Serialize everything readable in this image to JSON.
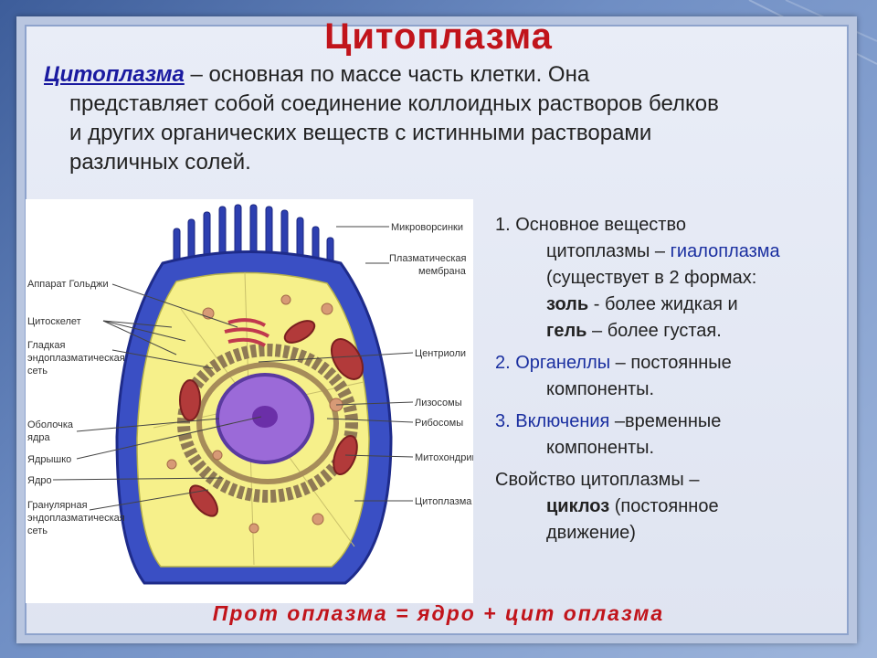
{
  "title": "Цитоплазма",
  "intro": {
    "term": "Цитоплазма",
    "line1_rest": " – основная по массе часть клетки. Она",
    "line2": "представляет собой соединение коллоидных растворов белков",
    "line3": "и других органических веществ с истинными растворами",
    "line4": "различных солей."
  },
  "diagram_labels": {
    "microvilli": "Микроворсинки",
    "plasma_membrane_1": "Плазматическая",
    "plasma_membrane_2": "мембрана",
    "golgi": "Аппарат Гольджи",
    "cytoskeleton": "Цитоскелет",
    "smooth_er_1": "Гладкая",
    "smooth_er_2": "эндоплазматическая",
    "smooth_er_3": "сеть",
    "centrioles": "Центриоли",
    "lysosomes": "Лизосомы",
    "ribosomes": "Рибосомы",
    "nuclear_envelope_1": "Оболочка",
    "nuclear_envelope_2": "ядра",
    "nucleolus": "Ядрышко",
    "nucleus": "Ядро",
    "mitochondria": "Митохондрии",
    "rough_er_1": "Гранулярная",
    "rough_er_2": "эндоплазматическая",
    "rough_er_3": "сеть",
    "cytoplasm": "Цитоплазма"
  },
  "list": {
    "i1_a": "1. Основное вещество",
    "i1_b": "цитоплазмы – ",
    "i1_b_blue": "гиалоплазма",
    "i1_c": "(существует в 2 формах:",
    "i1_d_bold": "золь",
    "i1_d_rest": " - более жидкая и",
    "i1_e_bold": "гель",
    "i1_e_rest": " – более густая.",
    "i2_blue": "2. Органеллы",
    "i2_rest": " – постоянные",
    "i2_b": "компоненты.",
    "i3_blue": "3. Включения",
    "i3_rest": " –временные",
    "i3_b": "компоненты.",
    "prop_a": " Свойство цитоплазмы –",
    "prop_bold": "циклоз",
    "prop_rest": "  (постоянное",
    "prop_c": "движение)"
  },
  "formula": "Прот оплазма = ядро + цит оплазма",
  "colors": {
    "title": "#c1141b",
    "term": "#1a1aa0",
    "highlight": "#1a2fa0"
  }
}
